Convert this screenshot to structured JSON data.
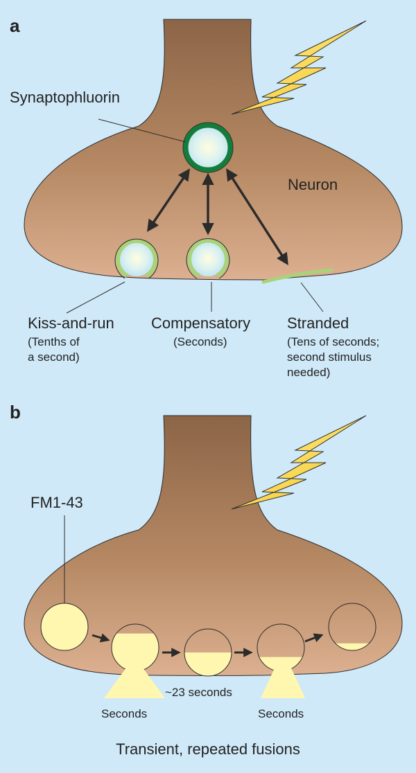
{
  "panel_a": {
    "letter": "a",
    "label_synaptophluorin": "Synaptophluorin",
    "label_neuron": "Neuron",
    "modes": [
      {
        "name": "Kiss-and-run",
        "time_lines": [
          "(Tenths of",
          "a second)"
        ]
      },
      {
        "name": "Compensatory",
        "time_lines": [
          "(Seconds)"
        ]
      },
      {
        "name": "Stranded",
        "time_lines": [
          "(Tens of seconds;",
          "second stimulus",
          "needed)"
        ]
      }
    ]
  },
  "panel_b": {
    "letter": "b",
    "label_dye": "FM1-43",
    "label_seconds_left": "Seconds",
    "label_interval": "~23 seconds",
    "label_seconds_right": "Seconds",
    "caption": "Transient, repeated fusions",
    "dye_levels": [
      1.0,
      0.8,
      0.5,
      0.3,
      0.15
    ]
  },
  "colors": {
    "background": "#cfe9f8",
    "neuron_top": "#8c6547",
    "neuron_bottom": "#d9ad8c",
    "vesicle_ring": "#137e3c",
    "membrane_green": "#a9d27a",
    "dye_yellow": "#fff7b0",
    "lightning_yellow": "#ffd93a"
  }
}
